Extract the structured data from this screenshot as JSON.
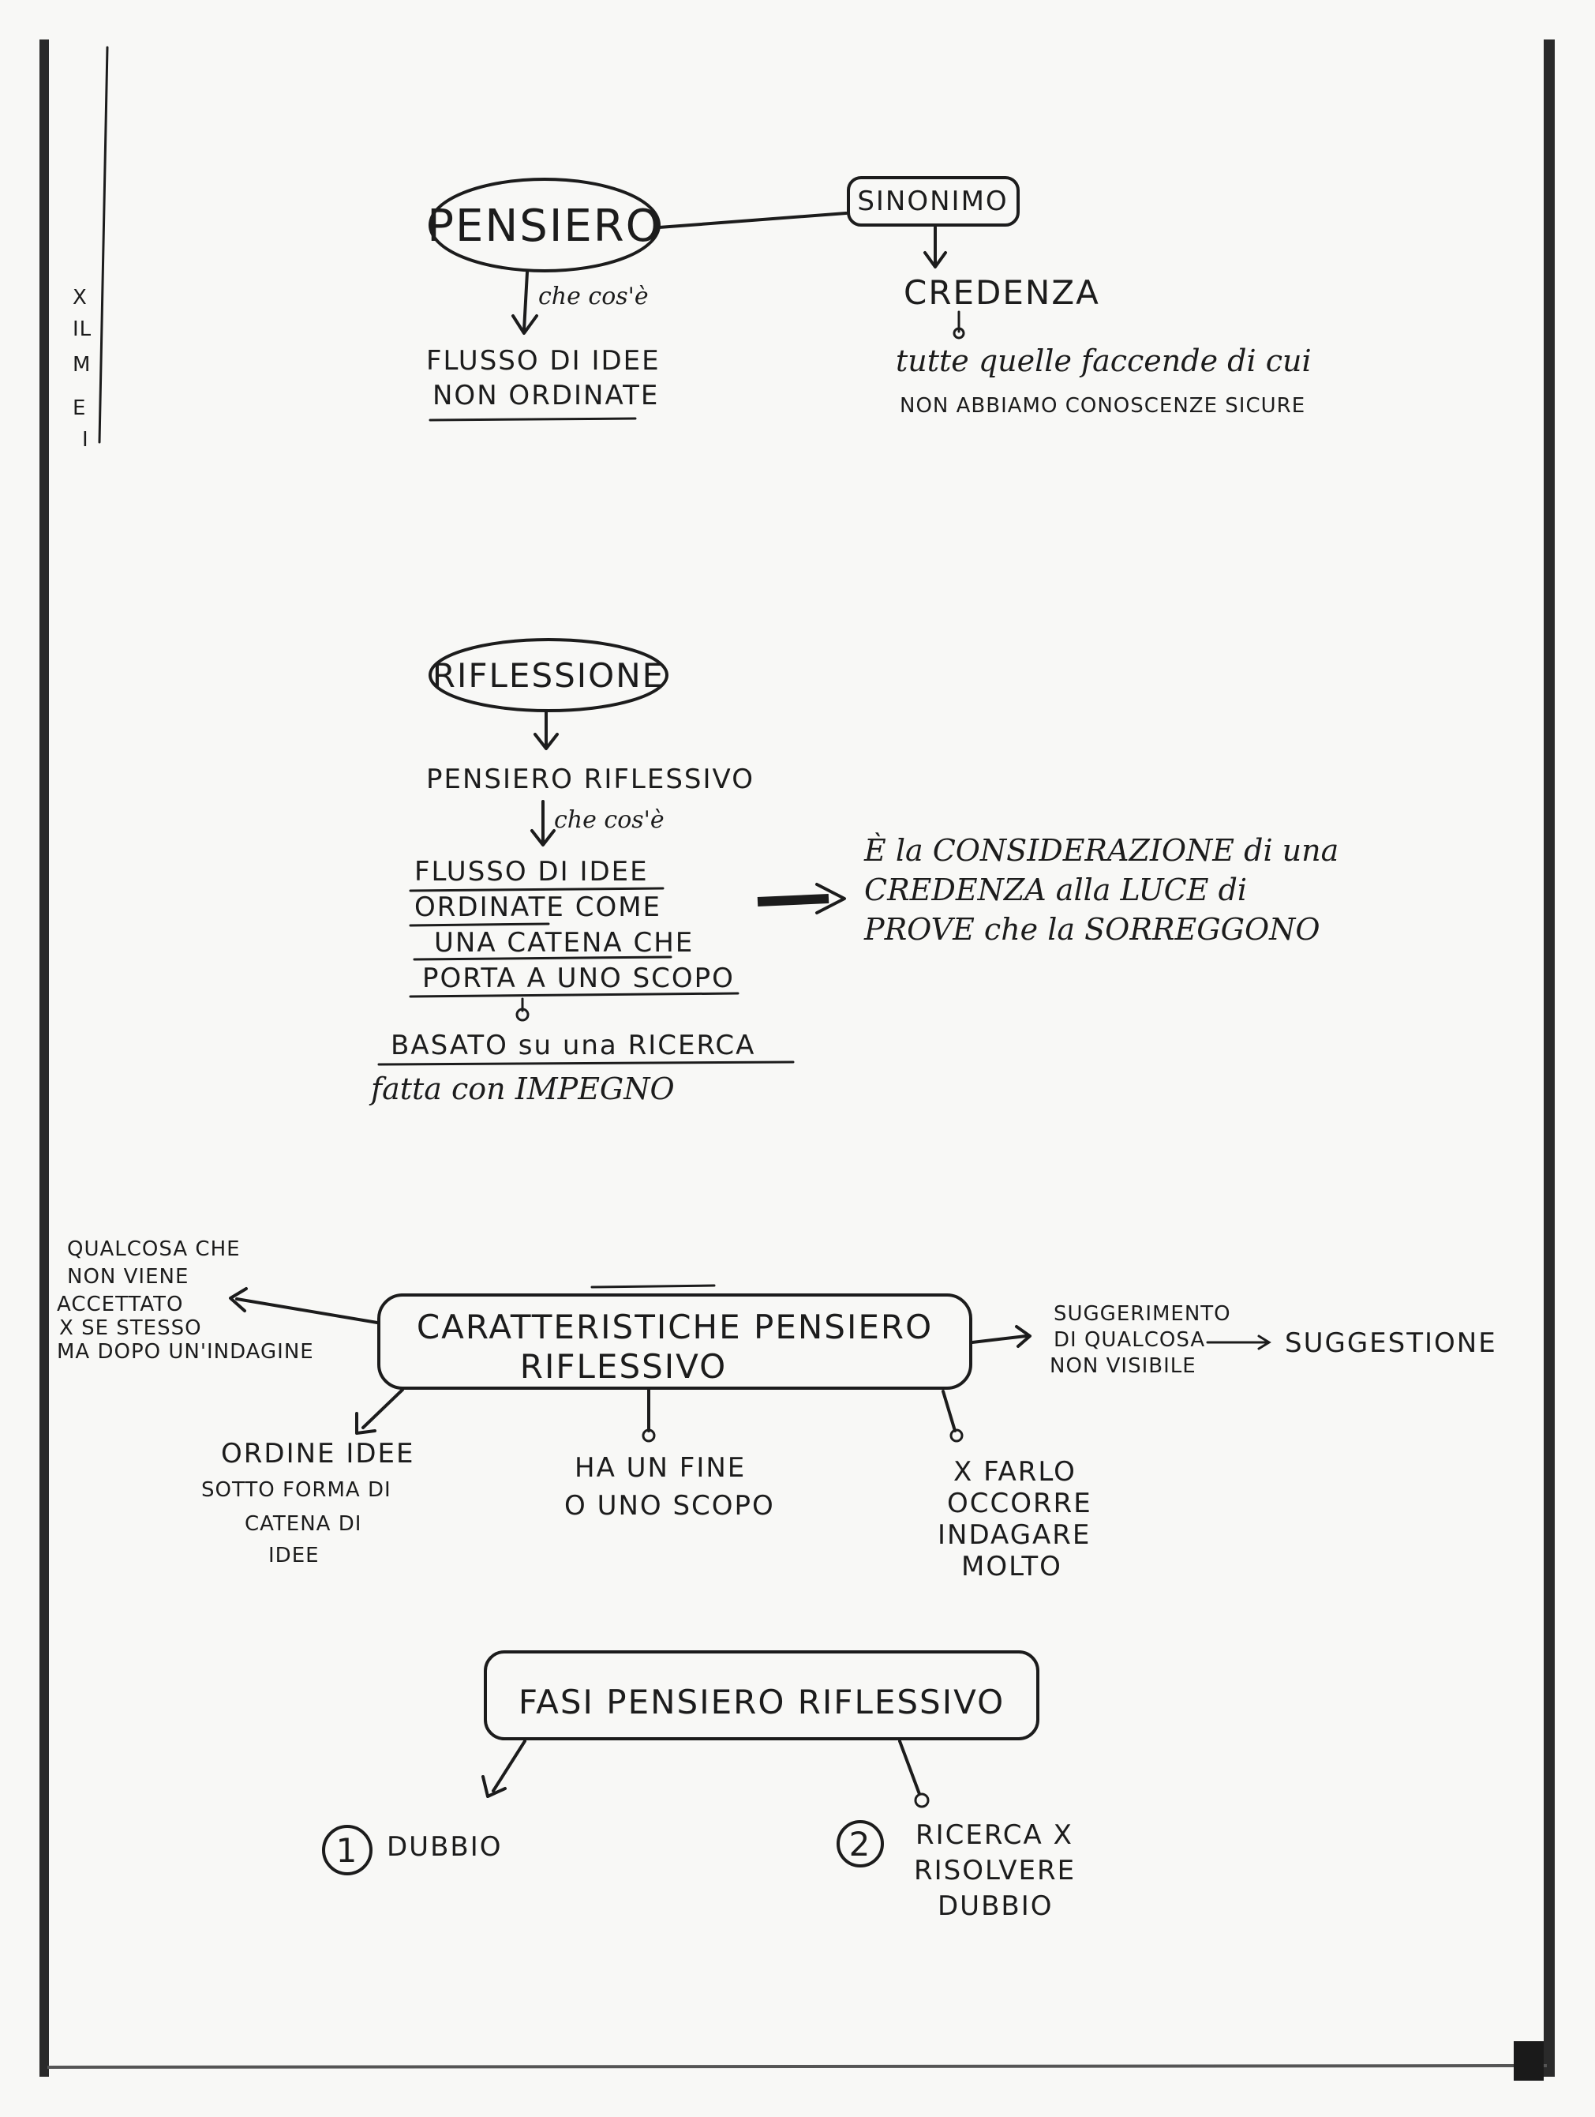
{
  "margin_notes": [
    "X",
    "IL",
    "M",
    "E",
    "I"
  ],
  "pensiero": {
    "title": "PENSIERO",
    "link_label": "che cos'è",
    "definition_line1": "FLUSSO DI IDEE",
    "definition_line2": "NON ORDINATE"
  },
  "sinonimo": {
    "title": "SINONIMO",
    "term": "CREDENZA",
    "desc_line1": "tutte quelle faccende di cui",
    "desc_line2": "NON ABBIAMO CONOSCENZE SICURE"
  },
  "riflessione": {
    "title": "RIFLESSIONE",
    "sub": "PENSIERO RIFLESSIVO",
    "link_label": "che cos'è",
    "def_line1": "FLUSSO DI IDEE",
    "def_line2": "ORDINATE COME",
    "def_line3": "UNA CATENA CHE",
    "def_line4": "PORTA A UNO SCOPO",
    "based_line1": "BASATO su una RICERCA",
    "based_line2": "fatta con IMPEGNO",
    "consid_line1": "È la CONSIDERAZIONE di una",
    "consid_line2": "CREDENZA alla LUCE di",
    "consid_line3": "PROVE che la SORREGGONO"
  },
  "caratteristiche": {
    "title_line1": "CARATTERISTICHE PENSIERO",
    "title_line2": "RIFLESSIVO",
    "left_line1": "QUALCOSA CHE",
    "left_line2": "NON VIENE",
    "left_line3": "ACCETTATO",
    "left_line4": "X SE STESSO",
    "left_line5": "MA DOPO UN'INDAGINE",
    "right_line1": "SUGGERIMENTO",
    "right_line2": "DI QUALCOSA",
    "right_line3": "NON VISIBILE",
    "right_term": "SUGGESTIONE",
    "b1_line1": "ORDINE IDEE",
    "b1_line2": "SOTTO FORMA DI",
    "b1_line3": "CATENA DI",
    "b1_line4": "IDEE",
    "b2_line1": "HA UN FINE",
    "b2_line2": "O UNO SCOPO",
    "b3_line1": "X FARLO",
    "b3_line2": "OCCORRE",
    "b3_line3": "INDAGARE",
    "b3_line4": "MOLTO"
  },
  "fasi": {
    "title": "FASI PENSIERO RIFLESSIVO",
    "step1_num": "1",
    "step1_text": "DUBBIO",
    "step2_num": "2",
    "step2_line1": "RICERCA X",
    "step2_line2": "RISOLVERE",
    "step2_line3": "DUBBIO"
  }
}
